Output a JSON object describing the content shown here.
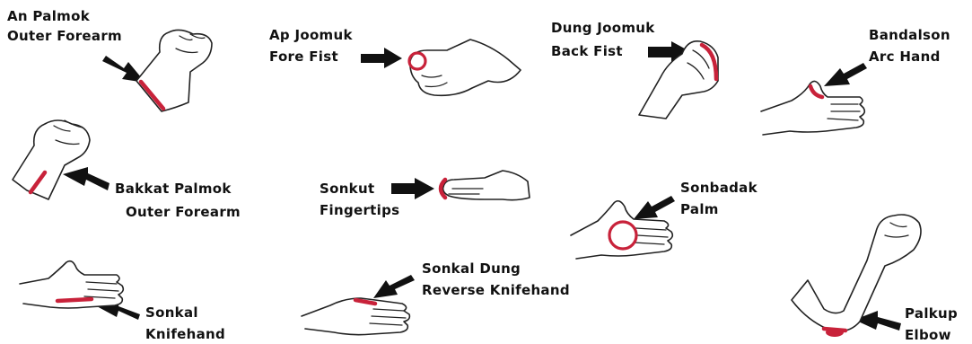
{
  "striking_surfaces": [
    {
      "name": "An Palmok",
      "english": "Outer Forearm"
    },
    {
      "name": "Ap Joomuk",
      "english": "Fore Fist"
    },
    {
      "name": "Dung Joomuk",
      "english": "Back Fist"
    },
    {
      "name": "Bandalson",
      "english": "Arc Hand"
    },
    {
      "name": "Bakkat Palmok",
      "english": "Outer Forearm"
    },
    {
      "name": "Sonkut",
      "english": "Fingertips"
    },
    {
      "name": "Sonbadak",
      "english": "Palm"
    },
    {
      "name": "Sonkal",
      "english": "Knifehand"
    },
    {
      "name": "Sonkal Dung",
      "english": "Reverse Knifehand"
    },
    {
      "name": "Palkup",
      "english": "Elbow"
    }
  ],
  "colors": {
    "highlight": "#c8223a",
    "ink": "#111111",
    "background": "#ffffff"
  },
  "icons": [
    "pointer-arrow-icon",
    "hand-drawing-icon",
    "target-ring-icon"
  ]
}
